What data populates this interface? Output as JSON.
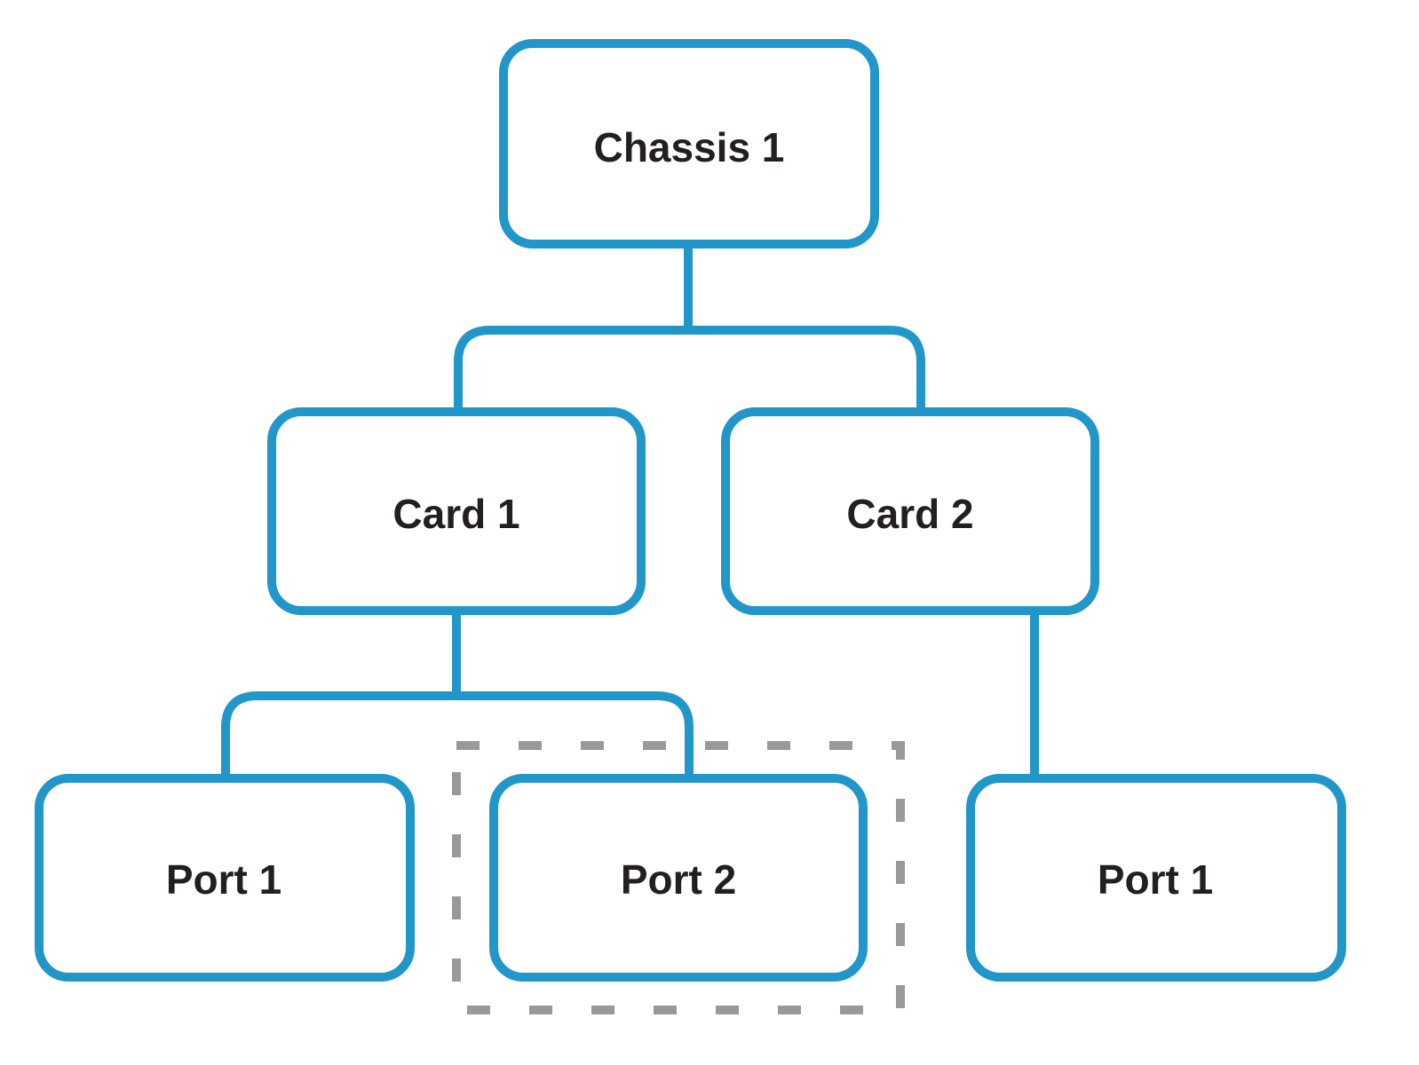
{
  "diagram": {
    "colors": {
      "node_stroke": "#2196c9",
      "connector": "#2196c9",
      "highlight_dash": "#999999",
      "label_text": "#231f20",
      "background": "#ffffff"
    },
    "nodes": {
      "chassis_1": {
        "label": "Chassis 1"
      },
      "card_1": {
        "label": "Card 1"
      },
      "card_2": {
        "label": "Card 2"
      },
      "card1_port_1": {
        "label": "Port 1"
      },
      "card1_port_2": {
        "label": "Port 2"
      },
      "card2_port_1": {
        "label": "Port 1"
      }
    },
    "edges": [
      {
        "from": "chassis_1",
        "to": "card_1"
      },
      {
        "from": "chassis_1",
        "to": "card_2"
      },
      {
        "from": "card_1",
        "to": "card1_port_1"
      },
      {
        "from": "card_1",
        "to": "card1_port_2"
      },
      {
        "from": "card_2",
        "to": "card2_port_1"
      }
    ],
    "highlighted_node": "card1_port_2",
    "highlight_style": "dashed"
  }
}
